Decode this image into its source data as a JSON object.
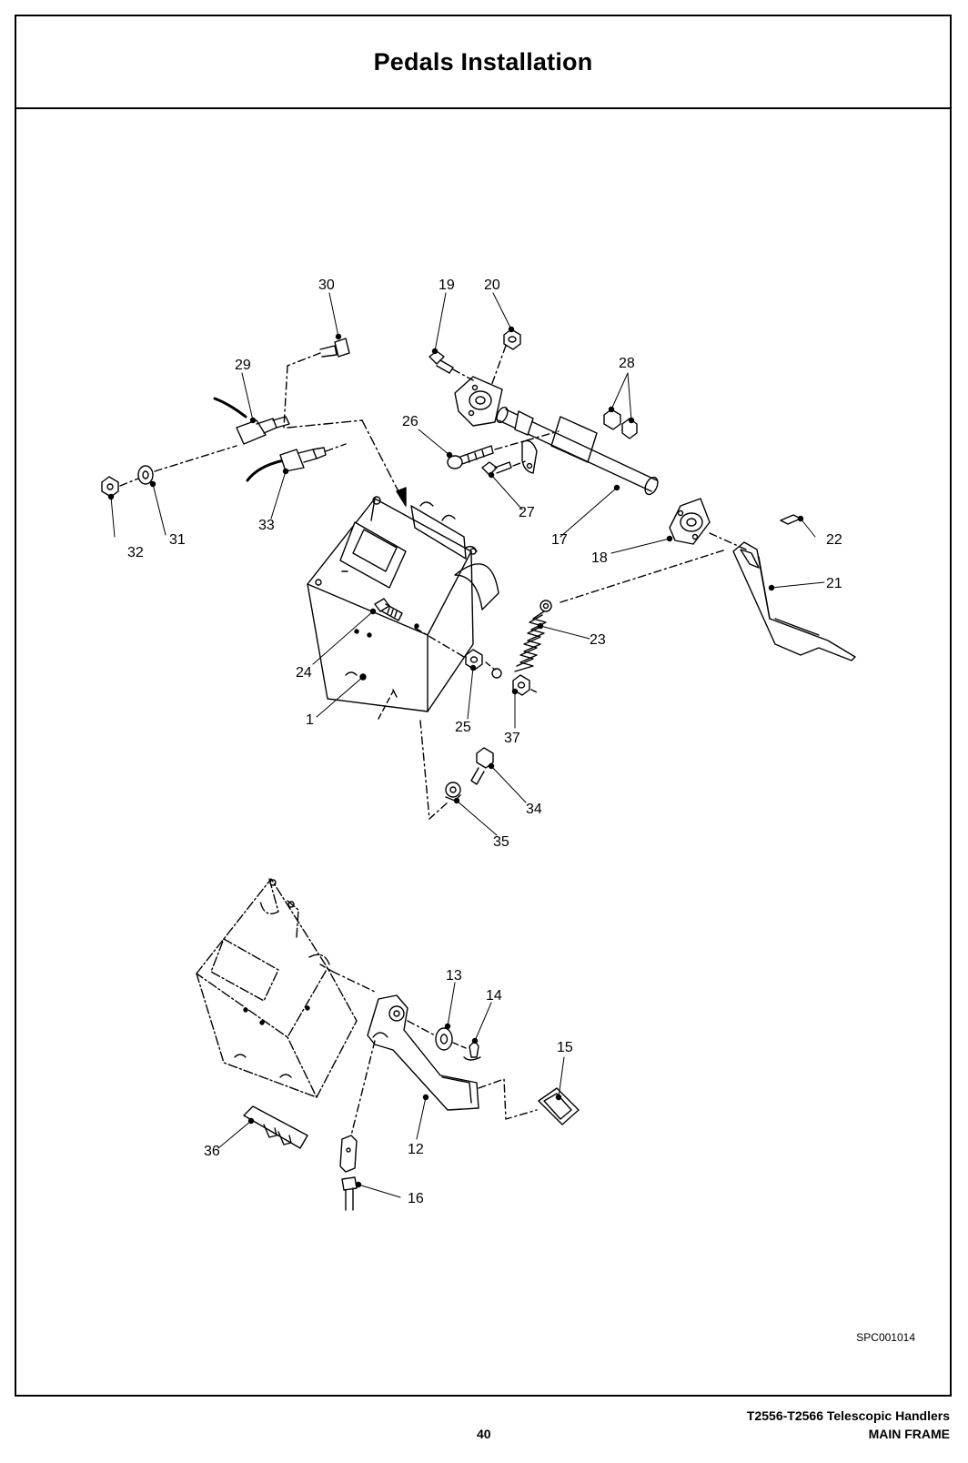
{
  "page": {
    "title": "Pedals Installation",
    "figure_code": "SPC001014",
    "page_number": "40",
    "footer_model": "T2556-T2566 Telescopic Handlers",
    "footer_section": "MAIN FRAME"
  },
  "callouts": [
    "30",
    "19",
    "20",
    "29",
    "28",
    "26",
    "33",
    "27",
    "32",
    "31",
    "17",
    "18",
    "22",
    "21",
    "24",
    "23",
    "1",
    "25",
    "37",
    "34",
    "35",
    "13",
    "14",
    "15",
    "36",
    "12",
    "16"
  ],
  "colors": {
    "line": "#000000",
    "background": "#ffffff"
  }
}
